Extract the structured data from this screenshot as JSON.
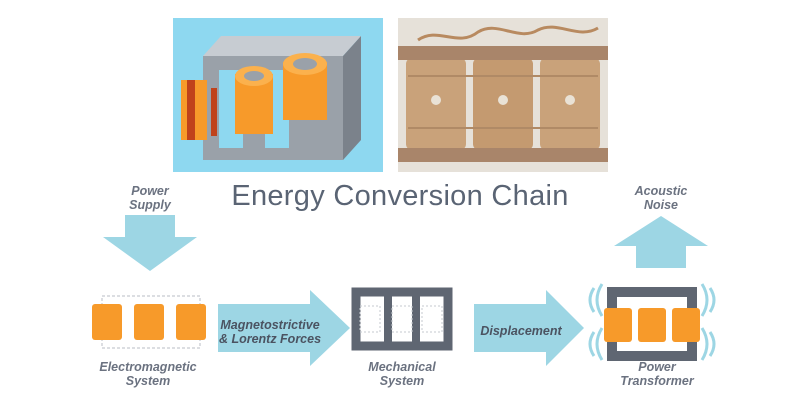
{
  "title": "Energy Conversion Chain",
  "nodes": {
    "power_supply": [
      "Power",
      "Supply"
    ],
    "electromagnetic": [
      "Electromagnetic",
      "System"
    ],
    "mechanical": [
      "Mechanical",
      "System"
    ],
    "transformer": [
      "Power",
      "Transformer"
    ],
    "acoustic": [
      "Acoustic",
      "Noise"
    ]
  },
  "arrows": {
    "forces": [
      "Magnetostrictive",
      "& Lorentz Forces"
    ],
    "displacement": "Displacement"
  },
  "colors": {
    "arrow": "#9dd6e4",
    "coil": "#f79a2a",
    "core": "#5f6672",
    "text": "#5a6474"
  }
}
